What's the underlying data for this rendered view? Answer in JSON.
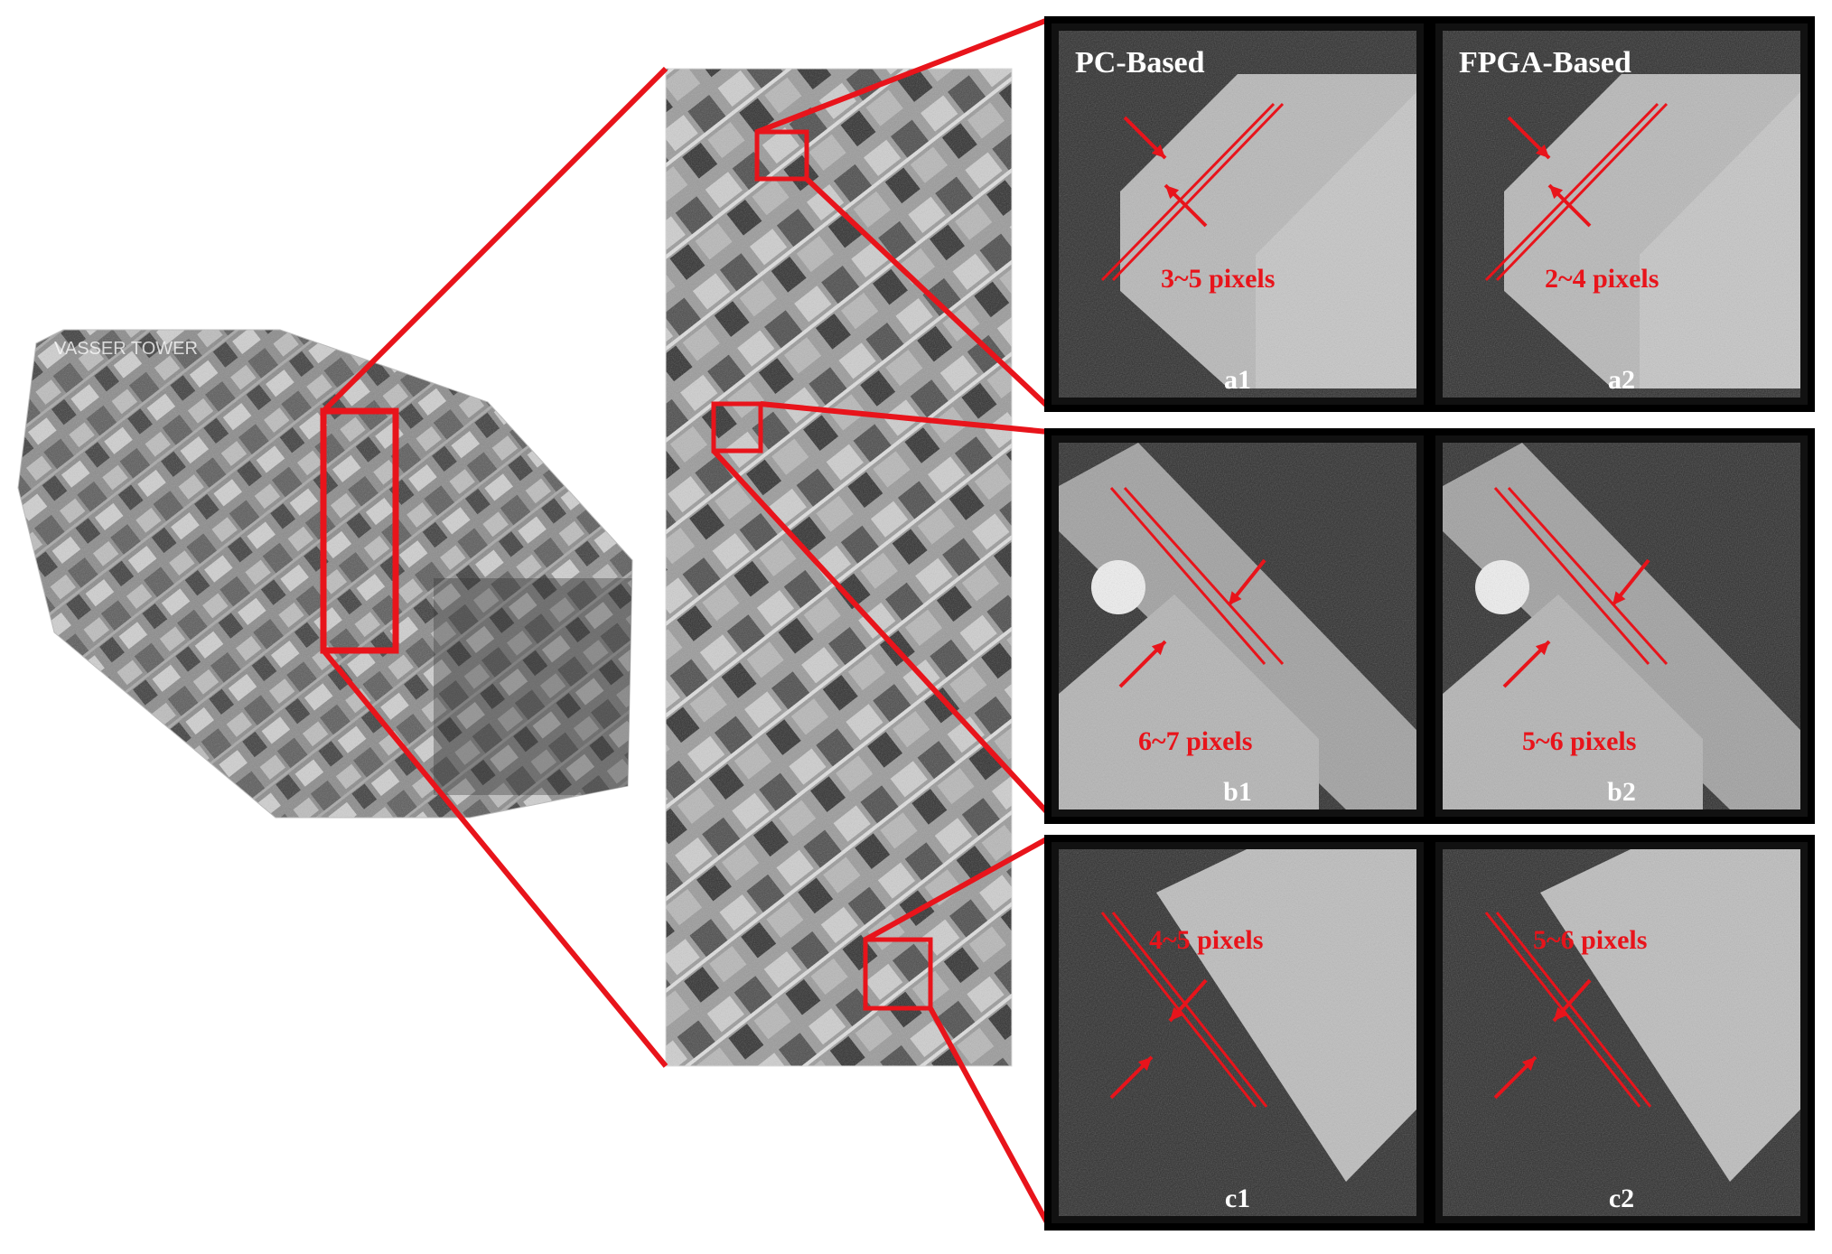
{
  "figure": {
    "column_titles": [
      "PC-Based",
      "FPGA-Based"
    ],
    "overview_overlay_text": "VASSER TOWER",
    "panels": [
      {
        "id": "a1",
        "label": "a1",
        "measurement": "3~5 pixels"
      },
      {
        "id": "a2",
        "label": "a2",
        "measurement": "2~4 pixels"
      },
      {
        "id": "b1",
        "label": "b1",
        "measurement": "6~7 pixels"
      },
      {
        "id": "b2",
        "label": "b2",
        "measurement": "5~6 pixels"
      },
      {
        "id": "c1",
        "label": "c1",
        "measurement": "4~5 pixels"
      },
      {
        "id": "c2",
        "label": "c2",
        "measurement": "5~6 pixels"
      }
    ]
  },
  "colors": {
    "highlight": "#e8141b",
    "panel_border": "#000000",
    "background": "#ffffff",
    "label_white": "#ffffff"
  }
}
